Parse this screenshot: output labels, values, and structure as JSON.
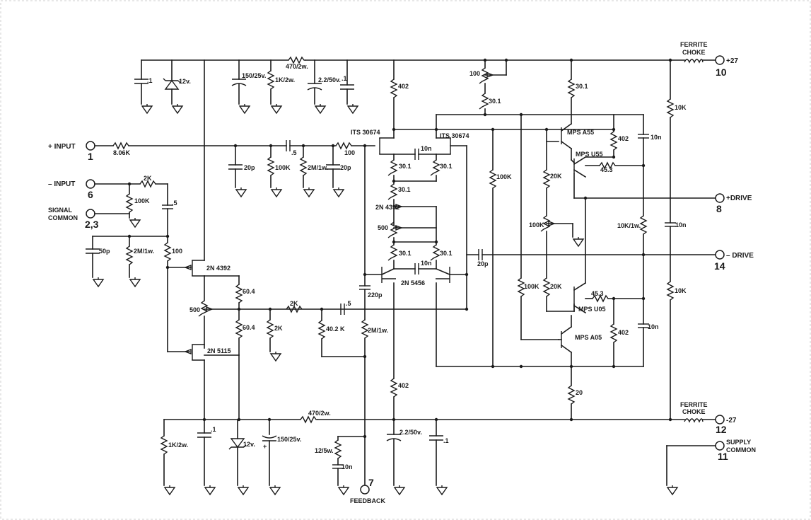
{
  "ports": {
    "plus_input": {
      "label": "+ INPUT",
      "pin": "1"
    },
    "minus_input": {
      "label": "– INPUT",
      "pin": "6"
    },
    "signal_common": {
      "label_line1": "SIGNAL",
      "label_line2": "COMMON",
      "pin": "2,3"
    },
    "plus_27": {
      "label": "+27",
      "pin": "10"
    },
    "minus_27": {
      "label": "-27",
      "pin": "12"
    },
    "plus_drive": {
      "label": "+DRIVE",
      "pin": "8"
    },
    "minus_drive": {
      "label": "– DRIVE",
      "pin": "14"
    },
    "supply_common": {
      "label_line1": "SUPPLY",
      "label_line2": "COMMON",
      "pin": "11"
    },
    "feedback": {
      "label": "FEEDBACK",
      "pin": "7"
    }
  },
  "chokes": {
    "top": {
      "line1": "FERRITE",
      "line2": "CHOKE"
    },
    "bottom": {
      "line1": "FERRITE",
      "line2": "CHOKE"
    }
  },
  "transistors": {
    "q_in_top": "2N 4392",
    "q_in_bottom": "2N 5115",
    "q_pair_top_left": "ITS 30674",
    "q_pair_top_right": "ITS 30674",
    "q_mid": "2N 4392",
    "q_pair_bottom": "2N 5456",
    "q_drv_top": "MPS A55",
    "q_out_top": "MPS U55",
    "q_out_bottom": "MPS U05",
    "q_drv_bottom": "MPS A05"
  },
  "values": {
    "c_top_1": ".1",
    "z_top": "12v.",
    "c_top_150": "150/25v.",
    "r_top_1k": "1K/2w.",
    "r_top_470": "470/2w.",
    "c_top_2u2": "2.2/50v.",
    "c_top_2": ".1",
    "r_402_top": "402",
    "r_in": "8.06K",
    "c_in": ".5",
    "r_in_100": "100",
    "c_20p_a": "20p",
    "r_100k_a": "100K",
    "r_2m_a": "2M/1w.",
    "c_20p_b": "20p",
    "r_2k_top": "2K",
    "r_100k_minus": "100K",
    "c_minus": ".5",
    "c_50p": "50p",
    "r_2m_b": "2M/1w.",
    "r_100_b": "100",
    "pot_100": "100",
    "r_30_1_top": "30.1",
    "r_30_1_mpsa55": "30.1",
    "c_10n_pair": "10n",
    "r_30_1_a": "30.1",
    "r_30_1_b": "30.1",
    "r_30_1_c": "30.1",
    "pot_500_mid": "500",
    "r_30_1_d": "30.1",
    "r_30_1_e": "30.1",
    "c_10n_pair2": "10n",
    "c_20p_c": "20p",
    "c_220p": "220p",
    "r_60_4_a": "60.4",
    "r_60_4_b": "60.4",
    "pot_500_left": "500",
    "r_2k_mid": "2K",
    "c_mid": ".5",
    "r_2k_shunt": "2K",
    "r_40_2k": "40.2 K",
    "r_2m_c": "2M/1w.",
    "r_402_mid": "402",
    "r_100k_b": "100K",
    "r_20k_a": "20K",
    "pot_100k": "100K",
    "r_100k_c": "100K",
    "r_20k_b": "20K",
    "r_402_a": "402",
    "c_10n_a": "10n",
    "r_45_3_a": "45.3",
    "r_10k_1w": "10K/1w.",
    "c_10n_b": "10n",
    "r_10k_a": "10K",
    "r_10k_b": "10K",
    "r_45_3_b": "45.3",
    "r_402_b": "402",
    "c_10n_c": "10n",
    "r_20": "20",
    "r_bot_1k": "1K/2w.",
    "c_bot_1": ".1",
    "z_bot": "12v.",
    "c_bot_150": "150/25v.",
    "r_bot_470": "470/2w.",
    "c_bot_2u2": "2.2/50v.",
    "c_bot_2": ".1",
    "r_12_5w": "12/5w.",
    "c_10n_fb": "10n"
  }
}
